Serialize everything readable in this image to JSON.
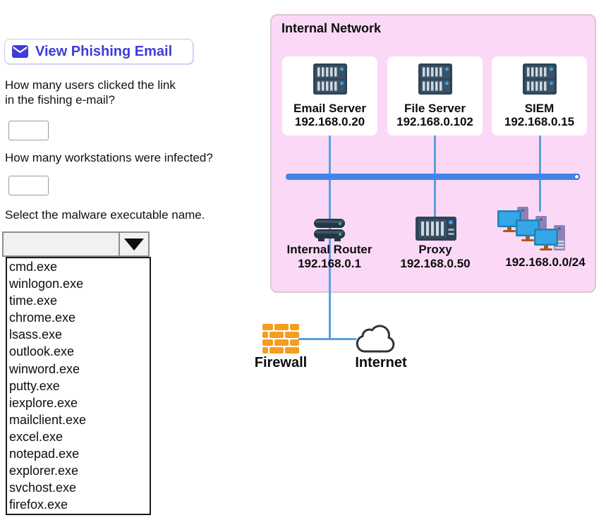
{
  "panel": {
    "view_email_button_label": "View Phishing Email",
    "question1_line1": "How many users clicked the link",
    "question1_line2": "in the fishing e-mail?",
    "question1_answer": "",
    "question2": "How many workstations were infected?",
    "question2_answer": "",
    "question3": "Select the malware executable name.",
    "dropdown": {
      "selected": "",
      "options": [
        "cmd.exe",
        "winlogon.exe",
        "time.exe",
        "chrome.exe",
        "lsass.exe",
        "outlook.exe",
        "winword.exe",
        "putty.exe",
        "iexplore.exe",
        "mailclient.exe",
        "excel.exe",
        "notepad.exe",
        "explorer.exe",
        "svchost.exe",
        "firefox.exe"
      ]
    }
  },
  "diagram": {
    "title": "Internal Network",
    "servers": [
      {
        "name": "Email Server",
        "ip": "192.168.0.20"
      },
      {
        "name": "File Server",
        "ip": "192.168.0.102"
      },
      {
        "name": "SIEM",
        "ip": "192.168.0.15"
      }
    ],
    "router": {
      "name": "Internal Router",
      "ip": "192.168.0.1"
    },
    "proxy": {
      "name": "Proxy",
      "ip": "192.168.0.50"
    },
    "workstations": {
      "subnet": "192.168.0.0/24"
    },
    "firewall_label": "Firewall",
    "internet_label": "Internet"
  },
  "colors": {
    "accent_indigo": "#3d3dd8",
    "diagram_bg": "#fbd9f6",
    "diagram_border": "#ddc9c3",
    "bus_blue": "#4285e8",
    "cable_blue": "#58a0e0",
    "firewall_orange": "#f59d1f",
    "server_dark": "#2e4456",
    "monitor_blue": "#35a7e8"
  }
}
